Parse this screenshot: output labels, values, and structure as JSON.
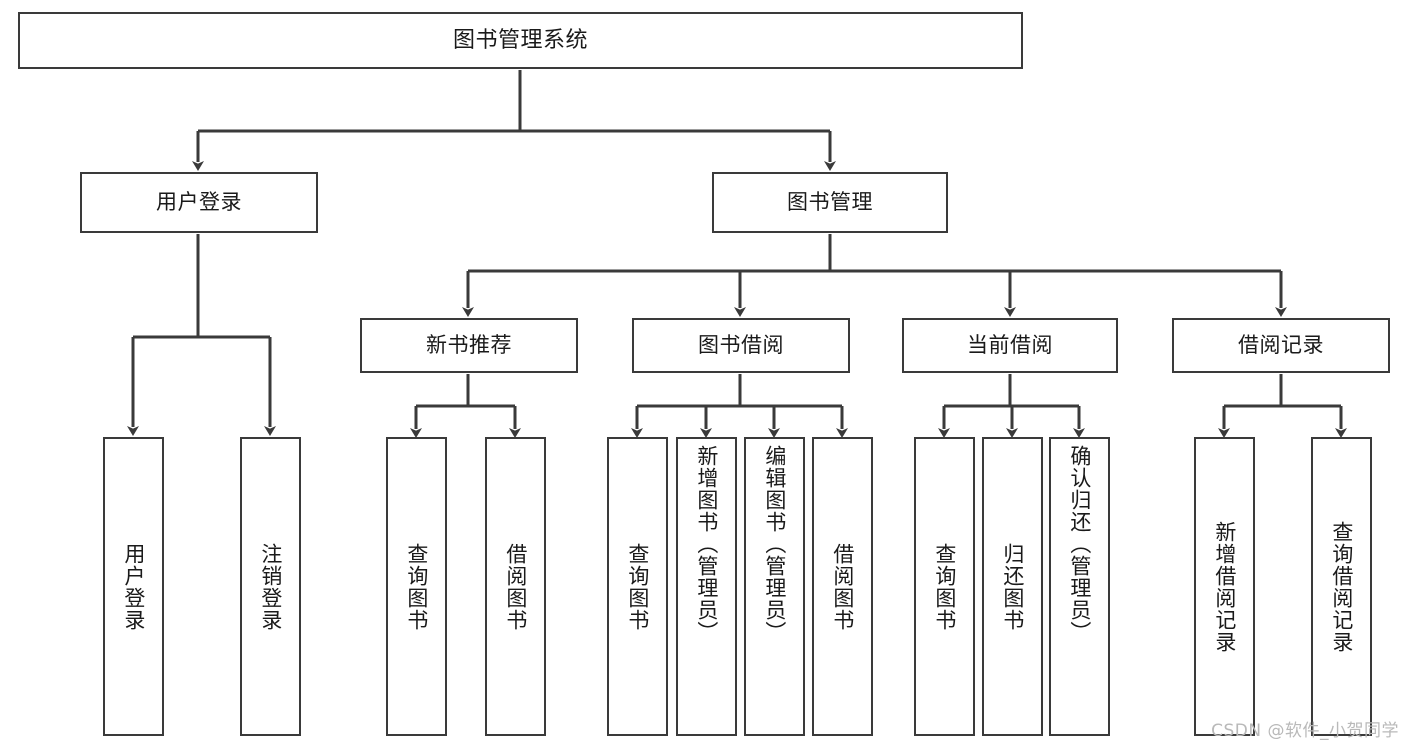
{
  "diagram": {
    "type": "tree",
    "title": "图书管理系统",
    "orientation": "top-down",
    "colors": {
      "background": "#ffffff",
      "node_border": "#3a3a3a",
      "node_fill": "#ffffff",
      "edge": "#3a3a3a",
      "text": "#1a1a1a",
      "watermark": "#b9b9b9"
    },
    "nodes": {
      "root": {
        "label": "图书管理系统"
      },
      "level2": [
        {
          "label": "用户登录"
        },
        {
          "label": "图书管理"
        }
      ],
      "level3": [
        {
          "label": "新书推荐"
        },
        {
          "label": "图书借阅"
        },
        {
          "label": "当前借阅"
        },
        {
          "label": "借阅记录"
        }
      ],
      "leaves": {
        "user_login": [
          {
            "label": "用户登录"
          },
          {
            "label": "注销登录"
          }
        ],
        "new_book_recommend": [
          {
            "label": "查询图书"
          },
          {
            "label": "借阅图书"
          }
        ],
        "book_borrow": [
          {
            "label": "查询图书"
          },
          {
            "label": "新增图书（管理员）"
          },
          {
            "label": "编辑图书（管理员）"
          },
          {
            "label": "借阅图书"
          }
        ],
        "current_borrow": [
          {
            "label": "查询图书"
          },
          {
            "label": "归还图书"
          },
          {
            "label": "确认归还（管理员）"
          }
        ],
        "borrow_record": [
          {
            "label": "新增借阅记录"
          },
          {
            "label": "查询借阅记录"
          }
        ]
      }
    }
  },
  "watermark": {
    "text": "CSDN @软件_小贺同学"
  }
}
